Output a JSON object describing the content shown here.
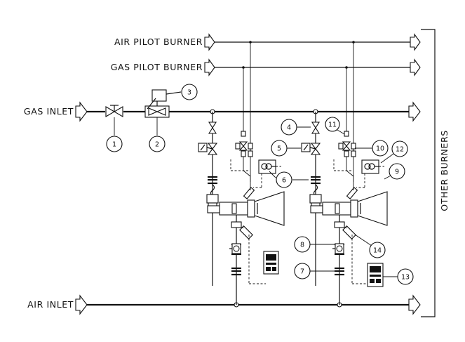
{
  "labels": {
    "air_pilot_burner": "AIR PILOT BURNER",
    "gas_pilot_burner": "GAS PILOT BURNER",
    "gas_inlet": "GAS INLET",
    "air_inlet": "AIR INLET",
    "other_burners": "OTHER BURNERS"
  },
  "callouts": {
    "c1": "1",
    "c2": "2",
    "c3": "3",
    "c4": "4",
    "c5": "5",
    "c6": "6",
    "c7": "7",
    "c8": "8",
    "c9": "9",
    "c10": "10",
    "c11": "11",
    "c12": "12",
    "c13": "13",
    "c14": "14"
  }
}
